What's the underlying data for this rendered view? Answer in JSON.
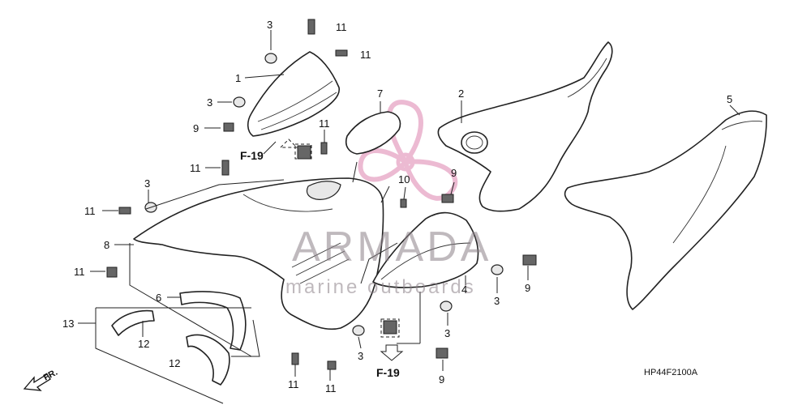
{
  "diagram": {
    "part_numbers": {
      "p1": "1",
      "p2": "2",
      "p3": "3",
      "p4": "4",
      "p5": "5",
      "p6": "6",
      "p7": "7",
      "p8": "8",
      "p9": "9",
      "p10": "10",
      "p11": "11",
      "p12": "12",
      "p13": "13"
    },
    "ref_label": "F-19",
    "front_label": "FR.",
    "diagram_code": "HP44F2100A"
  },
  "watermark": {
    "brand": "ARMADA",
    "tagline": "marine outboards",
    "accent_color": "#e6a3c4"
  }
}
